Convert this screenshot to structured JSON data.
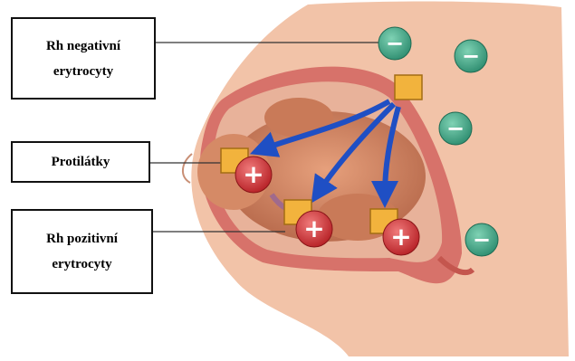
{
  "labels": {
    "rh_negative": [
      "Rh negativní",
      "erytrocyty"
    ],
    "antibodies": "Protilátky",
    "rh_positive": [
      "Rh pozitivní",
      "erytrocyty"
    ]
  },
  "symbols": {
    "negative": "−",
    "positive": "+"
  },
  "colors": {
    "negative_cell": "#3fa98a",
    "positive_cell": "#d9373a",
    "antibody": "#f2b33d",
    "arrow": "#1f4fc4",
    "skin": "#f2c3a8",
    "uterus": "#d7726a"
  }
}
